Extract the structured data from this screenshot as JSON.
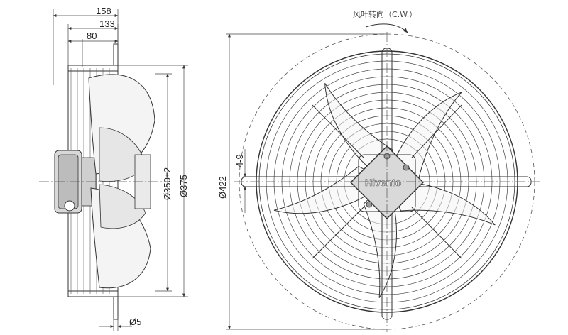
{
  "side_view": {
    "dim_overall_depth": "158",
    "dim_guard_depth": "133",
    "dim_mount_depth": "80",
    "dim_blade_diameter": "Ø350±2",
    "dim_mount_diameter": "Ø375",
    "dim_hole": "Ø5"
  },
  "front_view": {
    "rotation_label": "风叶转向（C.W.）",
    "dim_guard_diameter": "Ø422",
    "dim_slot": "4-9",
    "brand": "Hivento"
  },
  "colors": {
    "line": "#333333",
    "blade_fill": "#f4f4f4",
    "motor_fill": "#d9d9d9"
  }
}
